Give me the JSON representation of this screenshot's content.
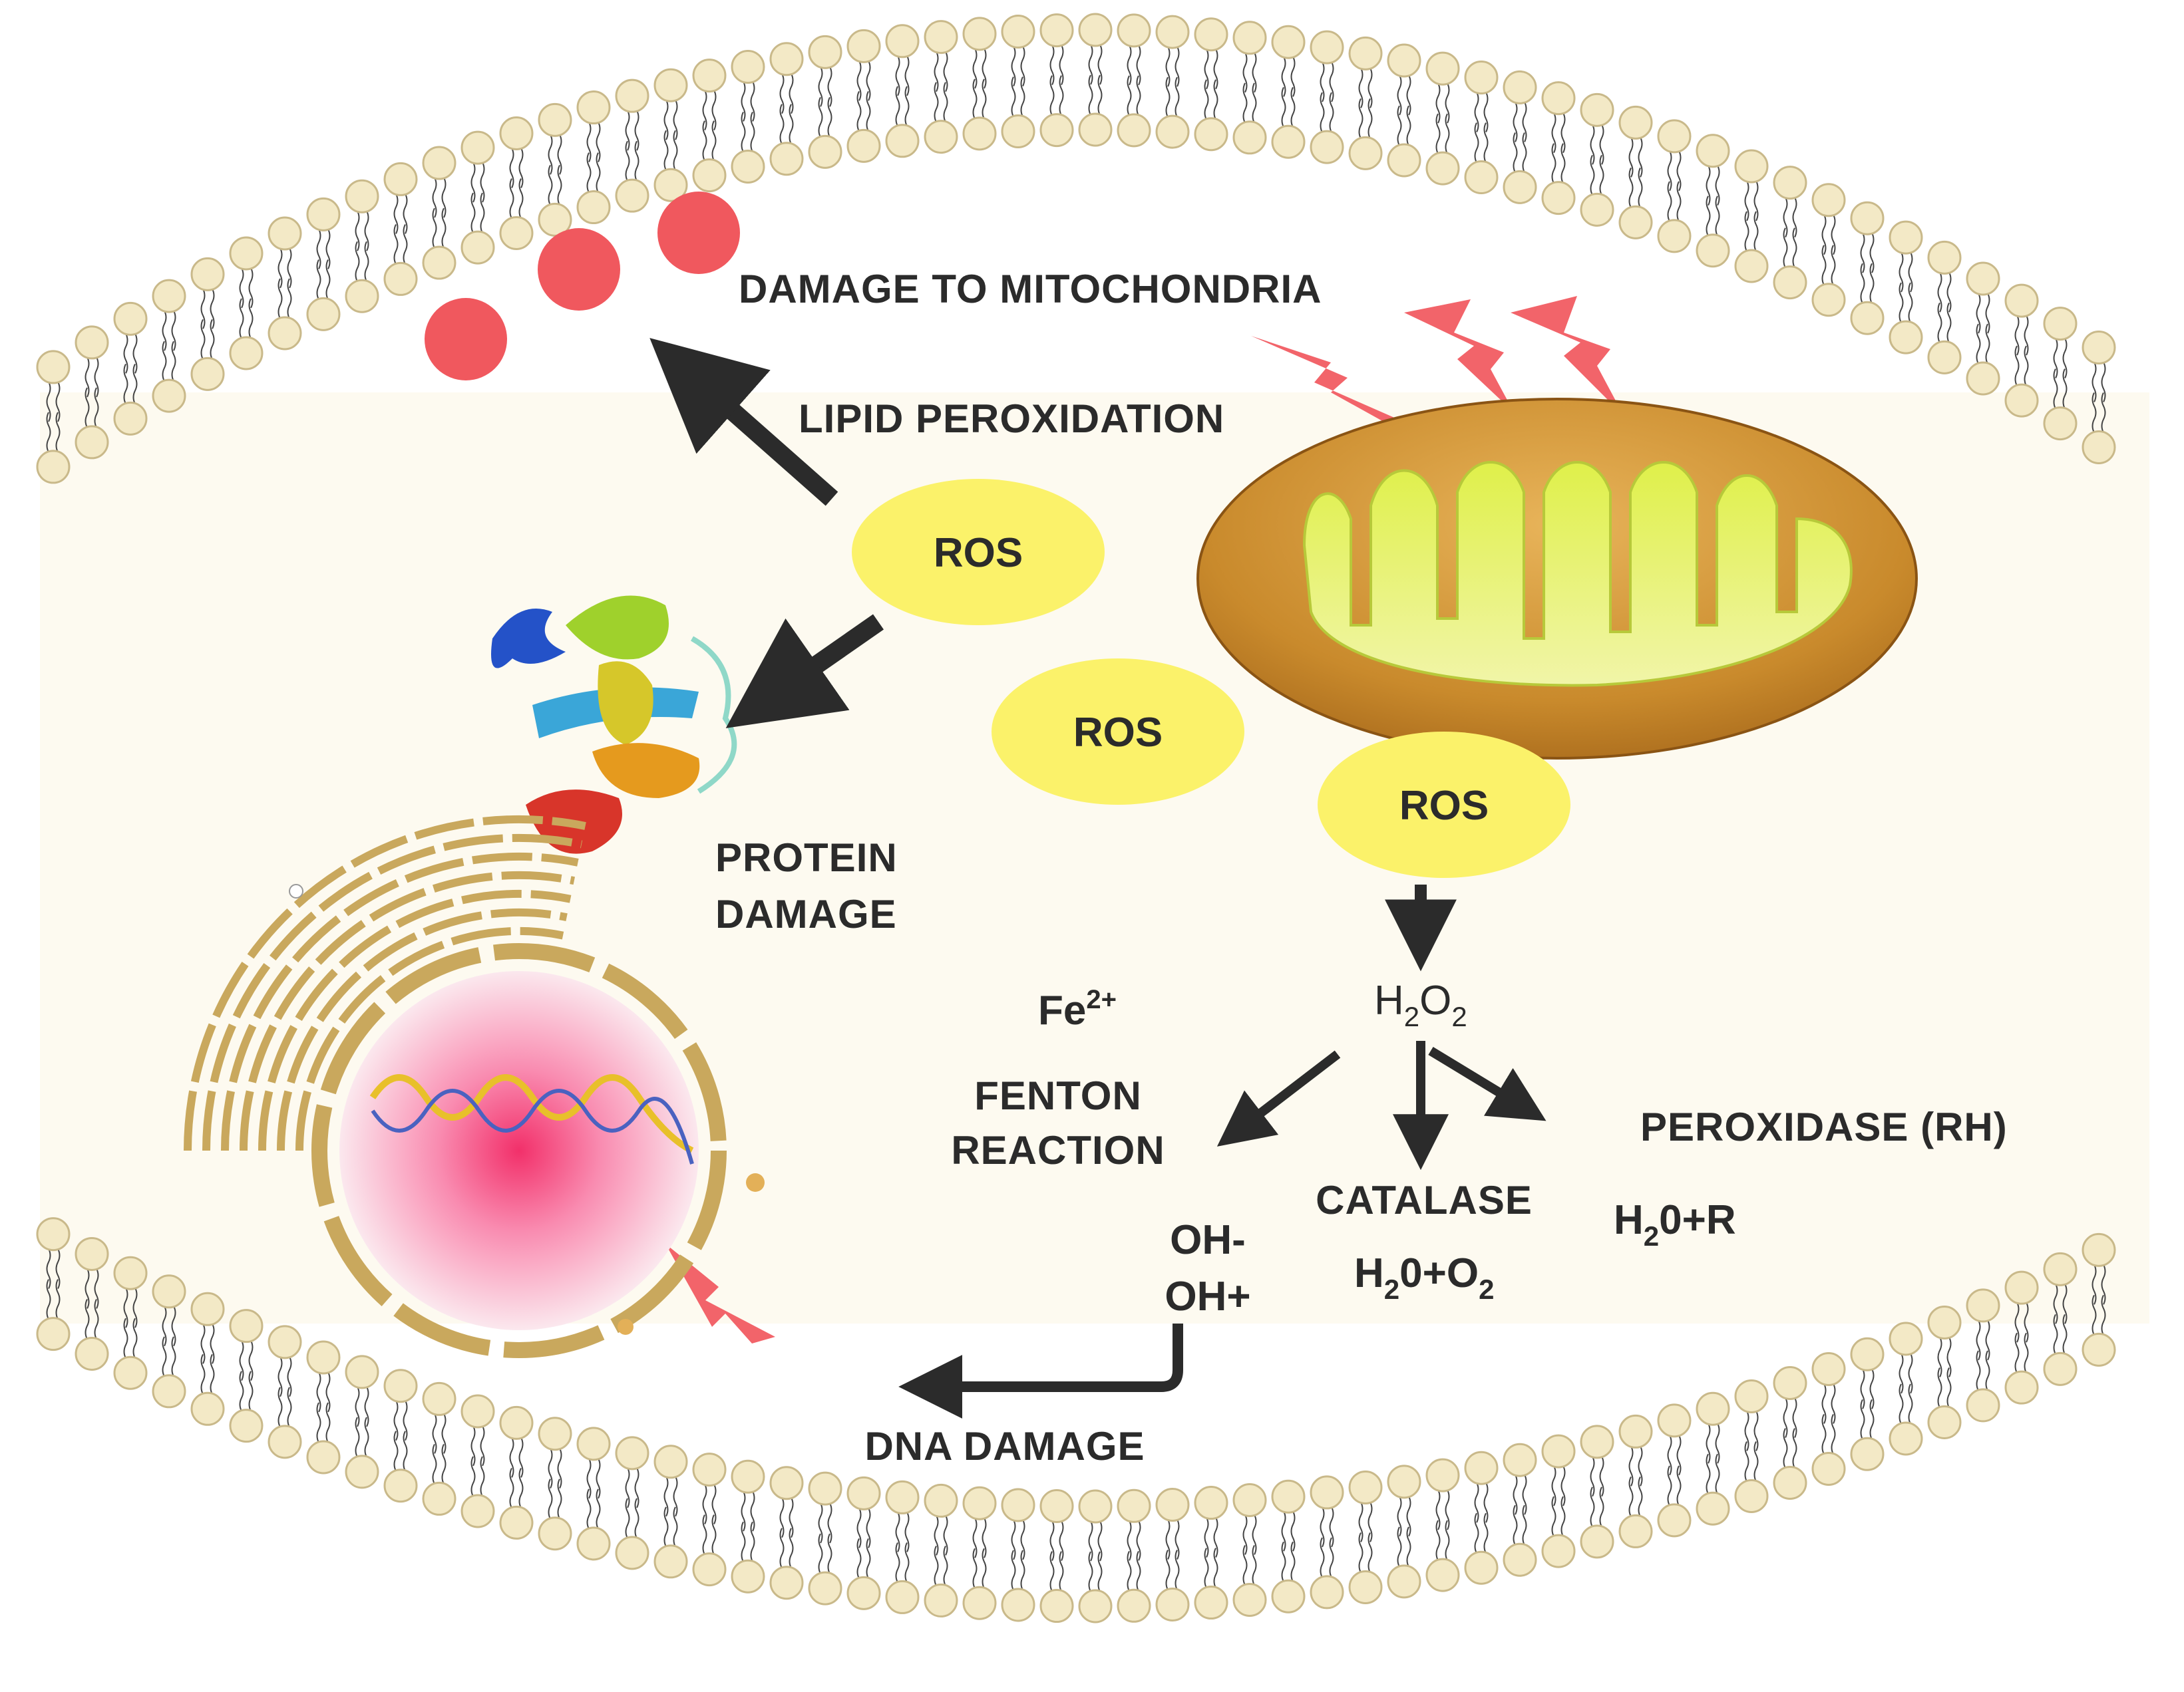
{
  "labels": {
    "damage_mito": "DAMAGE TO MITOCHONDRIA",
    "lipid_perox": "LIPID PEROXIDATION",
    "protein_damage_1": "PROTEIN",
    "protein_damage_2": "DAMAGE",
    "fenton_1": "FENTON",
    "fenton_2": "REACTION",
    "catalase": "CATALASE",
    "peroxidase": "PEROXIDASE (RH)",
    "dna_damage": "DNA DAMAGE",
    "oh_minus": "OH-",
    "oh_plus": "OH+"
  },
  "ros_bubbles": [
    "ROS",
    "ROS",
    "ROS"
  ],
  "chemistry": {
    "fe": {
      "base": "Fe",
      "sup": "2+"
    },
    "h2o2": {
      "a": "H",
      "sub1": "2",
      "b": "O",
      "sub2": "2"
    },
    "catalase_product": {
      "a": "H",
      "sub1": "2",
      "b": "0+O",
      "sub2": "2"
    },
    "peroxidase_product": {
      "a": "H",
      "sub1": "2",
      "b": "0+R"
    }
  },
  "colors": {
    "membrane_head": "#f3e9c6",
    "membrane_head_stroke": "#c9b98a",
    "cytoplasm": "#fdfaf0",
    "ros_fill": "#fbf26a",
    "lipid_damage": "#f0585e",
    "lightning": "#f2646a",
    "mito_outer": "#d49a3a",
    "mito_inner": "#cfe65a",
    "arrow": "#2b2b2b",
    "nucleus_ring": "#c9a85d"
  }
}
